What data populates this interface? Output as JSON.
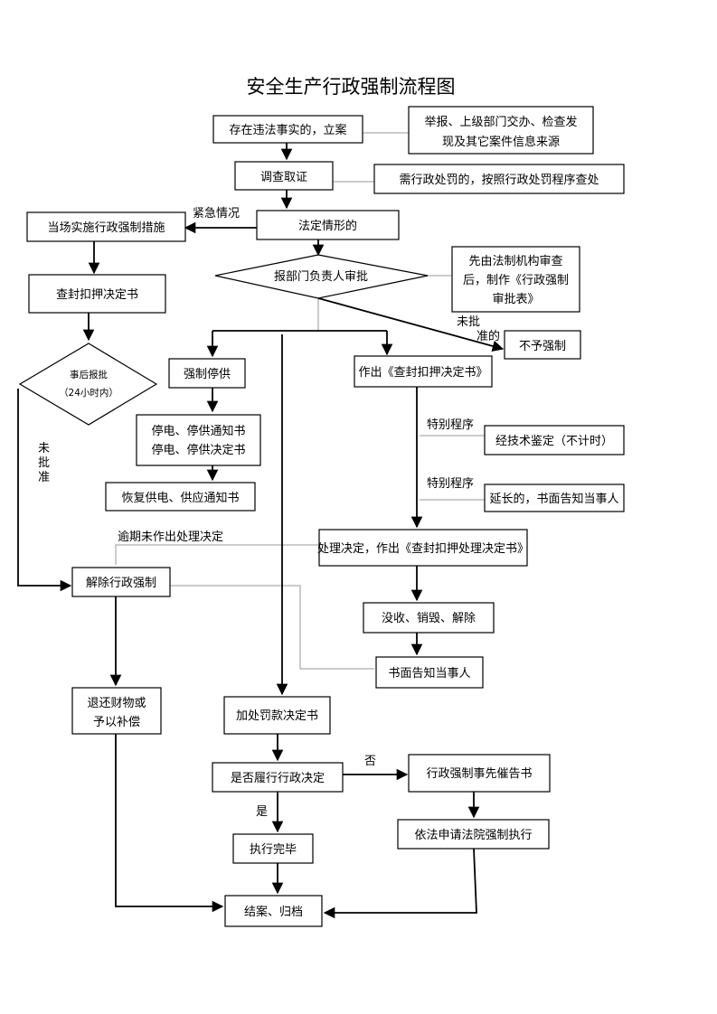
{
  "title": "安全生产行政强制流程图",
  "nodes": {
    "file_case": "存在违法事实的，立案",
    "source_line1": "举报、上级部门交办、检查发",
    "source_line2": "现及其它案件信息来源",
    "investigate": "调查取证",
    "admin_penalty": "需行政处罚的，按照行政处罚程序查处",
    "onsite_measure": "当场实施行政强制措施",
    "legal_case": "法定情形的",
    "dept_approval": "报部门负责人审批",
    "review_line1": "先由法制机构审查",
    "review_line2": "后，制作《行政强制",
    "review_line3": "审批表》",
    "seal_decision": "查封扣押决定书",
    "no_enforce": "不予强制",
    "post_approval_line1": "事后报批",
    "post_approval_line2": "（24小时内）",
    "power_stop": "强制停供",
    "issue_seal": "作出《查封扣押决定书》",
    "notice_line1": "停电、停供通知书",
    "notice_line2": "停电、停供决定书",
    "restore": "恢复供电、供应通知书",
    "appraisal": "经技术鉴定（不计时）",
    "extend": "延长的，书面告知当事人",
    "handle_decision": "处理决定，作出《查封扣押处理决定书》",
    "release": "解除行政强制",
    "confiscate": "没收、销毁、解除",
    "written_notice": "书面告知当事人",
    "return_line1": "退还财物或",
    "return_line2": "予以补偿",
    "fine_decision": "加处罚款决定书",
    "comply_check": "是否履行行政决定",
    "pre_notice": "行政强制事先催告书",
    "court": "依法申请法院强制执行",
    "done": "执行完毕",
    "archive": "结案、归档"
  },
  "labels": {
    "urgent": "紧急情况",
    "not_approved_1": "未批",
    "not_approved_2": "准的",
    "not_approved_v1": "未",
    "not_approved_v2": "批",
    "not_approved_v3": "准",
    "special_1": "特别程序",
    "special_2": "特别程序",
    "overdue": "逾期未作出处理决定",
    "no": "否",
    "yes": "是"
  }
}
